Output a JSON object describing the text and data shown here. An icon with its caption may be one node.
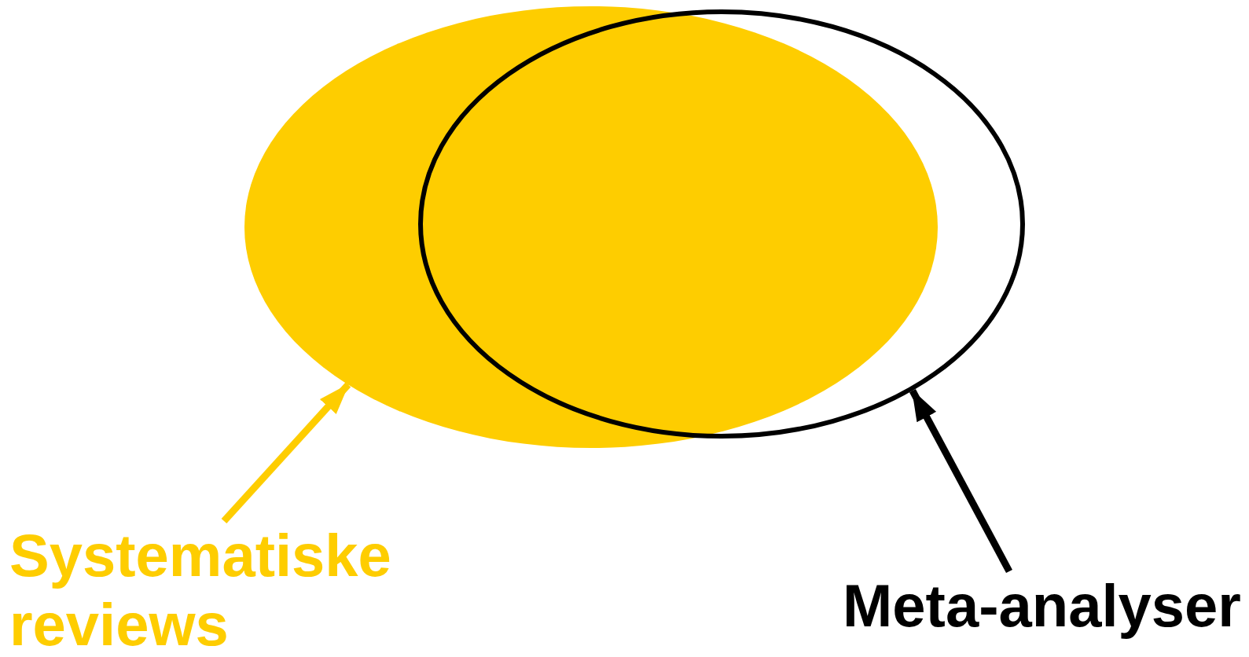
{
  "diagram": {
    "nodes": [
      {
        "text": [],
        "shape": "ellipse"
      },
      {
        "text": [],
        "shape": "ellipse"
      },
      {
        "text": [
          "Systematiske reviews"
        ]
      },
      {
        "text": [
          "Meta-analyser"
        ]
      }
    ],
    "edges": [
      {
        "from": 2,
        "to": 0,
        "arrow": "to",
        "color": "#fecd00"
      },
      {
        "from": 3,
        "to": 1,
        "arrow": "to",
        "color": "#000000"
      }
    ]
  }
}
